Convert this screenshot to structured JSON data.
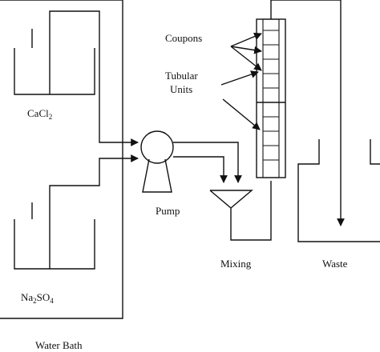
{
  "labels": {
    "cacl2": "CaCl",
    "cacl2_sub": "2",
    "na2so4_a": "Na",
    "na2so4_sub1": "2",
    "na2so4_b": "SO",
    "na2so4_sub2": "4",
    "water_bath": "Water Bath",
    "pump": "Pump",
    "coupons": "Coupons",
    "tubular_line1": "Tubular",
    "tubular_line2": "Units",
    "mixing": "Mixing",
    "waste": "Waste"
  },
  "colors": {
    "line": "#111111",
    "background": "#ffffff"
  }
}
